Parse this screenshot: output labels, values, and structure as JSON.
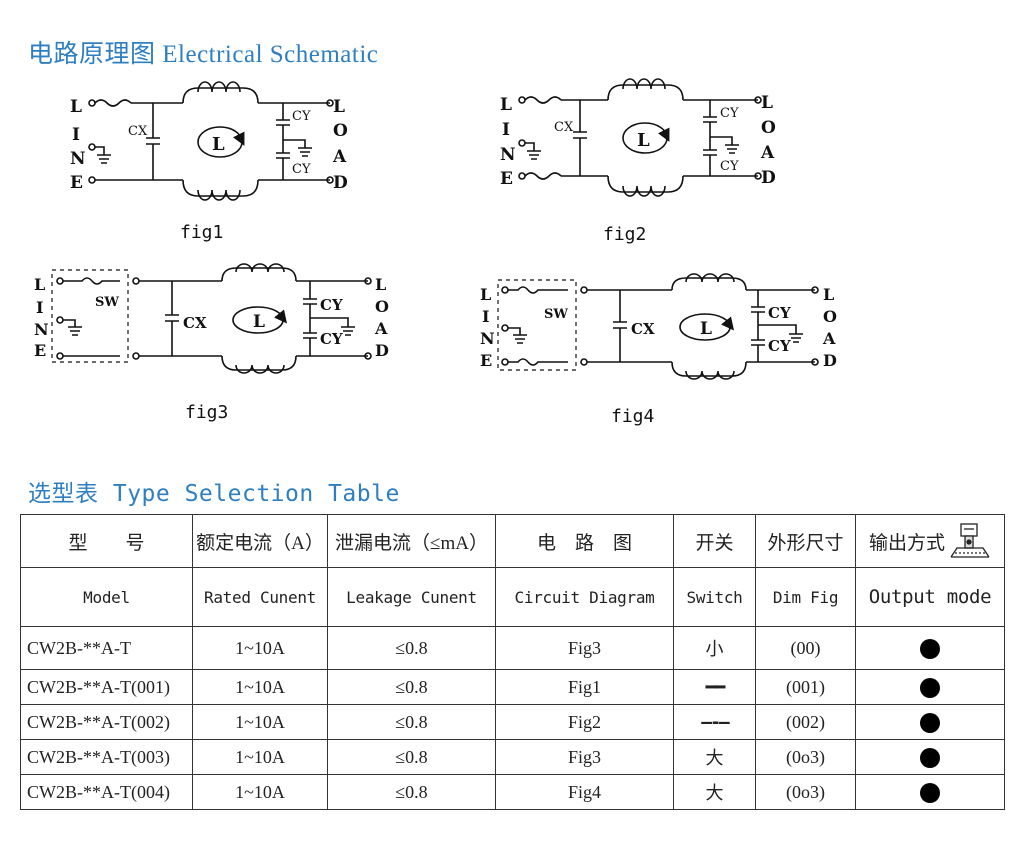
{
  "titles": {
    "schematic": "电路原理图 Electrical Schematic",
    "table": "选型表 Type Selection Table"
  },
  "figures": {
    "fig1": {
      "caption": "fig1",
      "left_letters": [
        "L",
        "I",
        "N",
        "E"
      ],
      "right_letters": [
        "L",
        "O",
        "A",
        "D"
      ],
      "labels": {
        "cx": "CX",
        "cy_top": "CY",
        "cy_bottom": "CY",
        "inductor": "L"
      }
    },
    "fig2": {
      "caption": "fig2",
      "left_letters": [
        "L",
        "I",
        "N",
        "E"
      ],
      "right_letters": [
        "L",
        "O",
        "A",
        "D"
      ],
      "labels": {
        "cx": "CX",
        "cy_top": "CY",
        "cy_bottom": "CY",
        "inductor": "L"
      }
    },
    "fig3": {
      "caption": "fig3",
      "left_letters": [
        "L",
        "I",
        "N",
        "E"
      ],
      "right_letters": [
        "L",
        "O",
        "A",
        "D"
      ],
      "labels": {
        "sw": "SW",
        "cx": "CX",
        "cy_top": "CY",
        "cy_bottom": "CY",
        "inductor": "L"
      }
    },
    "fig4": {
      "caption": "fig4",
      "left_letters": [
        "L",
        "I",
        "N",
        "E"
      ],
      "right_letters": [
        "L",
        "O",
        "A",
        "D"
      ],
      "labels": {
        "sw": "SW",
        "cx": "CX",
        "cy_top": "CY",
        "cy_bottom": "CY",
        "inductor": "L"
      }
    }
  },
  "table": {
    "header_cn": [
      "型　　号",
      "额定电流（A）",
      "泄漏电流（≤mA）",
      "电　路　图",
      "开关",
      "外形尺寸",
      "输出方式"
    ],
    "header_en": [
      "Model",
      "Rated Cunent",
      "Leakage Cunent",
      "Circuit Diagram",
      "Switch",
      "Dim Fig",
      "Output mode"
    ],
    "rows": [
      {
        "model": "CW2B-**A-T",
        "rated": "1~10A",
        "leakage": "≤0.8",
        "circuit": "Fig3",
        "switch": "小",
        "dim": "(00)"
      },
      {
        "model": "CW2B-**A-T(001)",
        "rated": "1~10A",
        "leakage": "≤0.8",
        "circuit": "Fig1",
        "switch": "━━",
        "dim": "(001)"
      },
      {
        "model": "CW2B-**A-T(002)",
        "rated": "1~10A",
        "leakage": "≤0.8",
        "circuit": "Fig2",
        "switch": "—-–",
        "dim": "(002)"
      },
      {
        "model": "CW2B-**A-T(003)",
        "rated": "1~10A",
        "leakage": "≤0.8",
        "circuit": "Fig3",
        "switch": "大",
        "dim": "(0o3)"
      },
      {
        "model": "CW2B-**A-T(004)",
        "rated": "1~10A",
        "leakage": "≤0.8",
        "circuit": "Fig4",
        "switch": "大",
        "dim": "(0o3)"
      }
    ]
  }
}
